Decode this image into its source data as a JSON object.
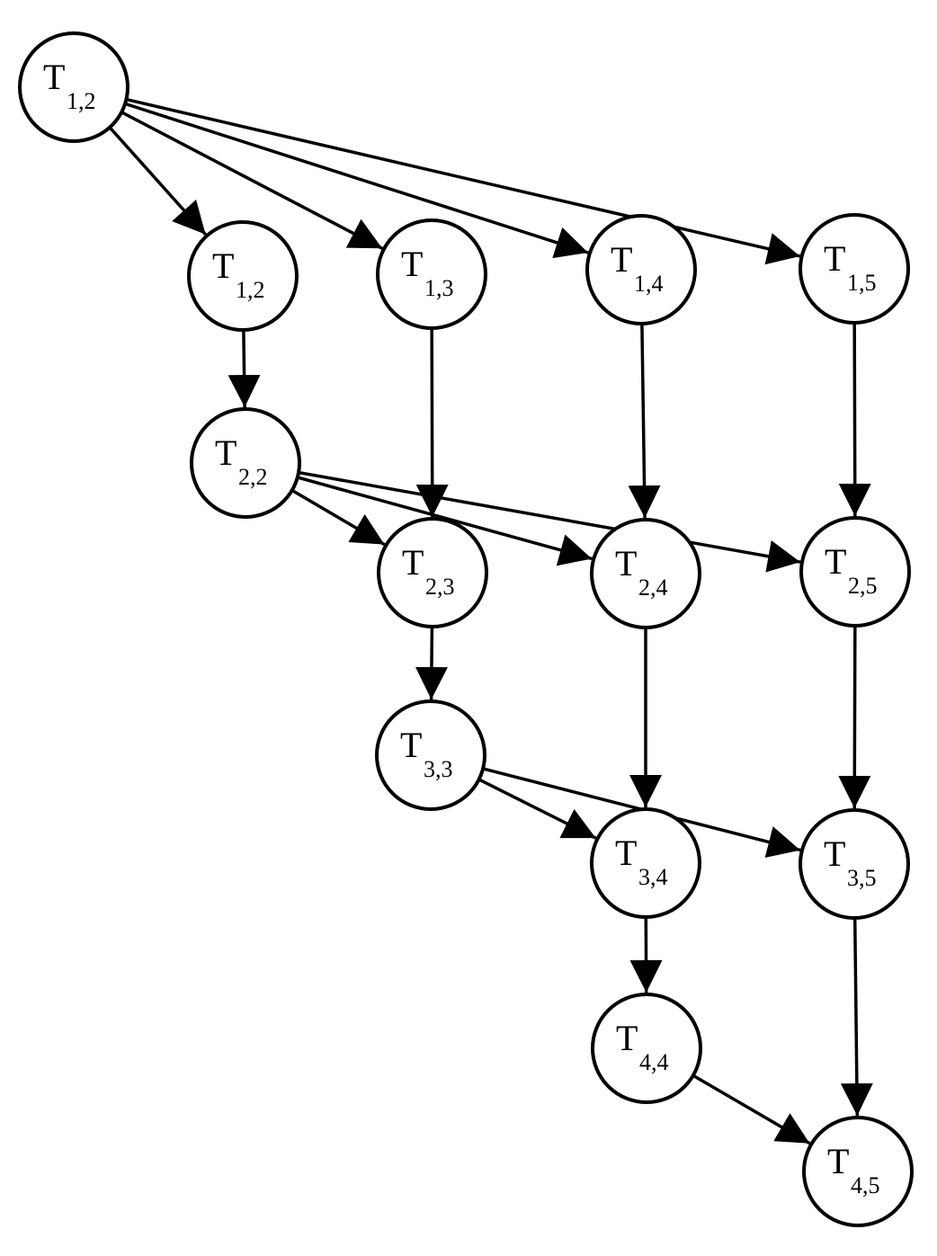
{
  "nodes": [
    {
      "id": "t12a",
      "letter": "T",
      "sub": "1,2"
    },
    {
      "id": "t12b",
      "letter": "T",
      "sub": "1,2"
    },
    {
      "id": "t13",
      "letter": "T",
      "sub": "1,3"
    },
    {
      "id": "t14",
      "letter": "T",
      "sub": "1,4"
    },
    {
      "id": "t15",
      "letter": "T",
      "sub": "1,5"
    },
    {
      "id": "t22",
      "letter": "T",
      "sub": "2,2"
    },
    {
      "id": "t23",
      "letter": "T",
      "sub": "2,3"
    },
    {
      "id": "t24",
      "letter": "T",
      "sub": "2,4"
    },
    {
      "id": "t25",
      "letter": "T",
      "sub": "2,5"
    },
    {
      "id": "t33",
      "letter": "T",
      "sub": "3,3"
    },
    {
      "id": "t34",
      "letter": "T",
      "sub": "3,4"
    },
    {
      "id": "t35",
      "letter": "T",
      "sub": "3,5"
    },
    {
      "id": "t44",
      "letter": "T",
      "sub": "4,4"
    },
    {
      "id": "t45",
      "letter": "T",
      "sub": "4,5"
    }
  ],
  "edges": [
    {
      "from": "t12a",
      "to": "t12b"
    },
    {
      "from": "t12a",
      "to": "t13"
    },
    {
      "from": "t12a",
      "to": "t14"
    },
    {
      "from": "t12a",
      "to": "t15"
    },
    {
      "from": "t12b",
      "to": "t22"
    },
    {
      "from": "t13",
      "to": "t23"
    },
    {
      "from": "t14",
      "to": "t24"
    },
    {
      "from": "t15",
      "to": "t25"
    },
    {
      "from": "t22",
      "to": "t23"
    },
    {
      "from": "t22",
      "to": "t24"
    },
    {
      "from": "t22",
      "to": "t25"
    },
    {
      "from": "t23",
      "to": "t33"
    },
    {
      "from": "t24",
      "to": "t34"
    },
    {
      "from": "t25",
      "to": "t35"
    },
    {
      "from": "t33",
      "to": "t34"
    },
    {
      "from": "t33",
      "to": "t35"
    },
    {
      "from": "t34",
      "to": "t44"
    },
    {
      "from": "t35",
      "to": "t45"
    },
    {
      "from": "t44",
      "to": "t45"
    }
  ]
}
